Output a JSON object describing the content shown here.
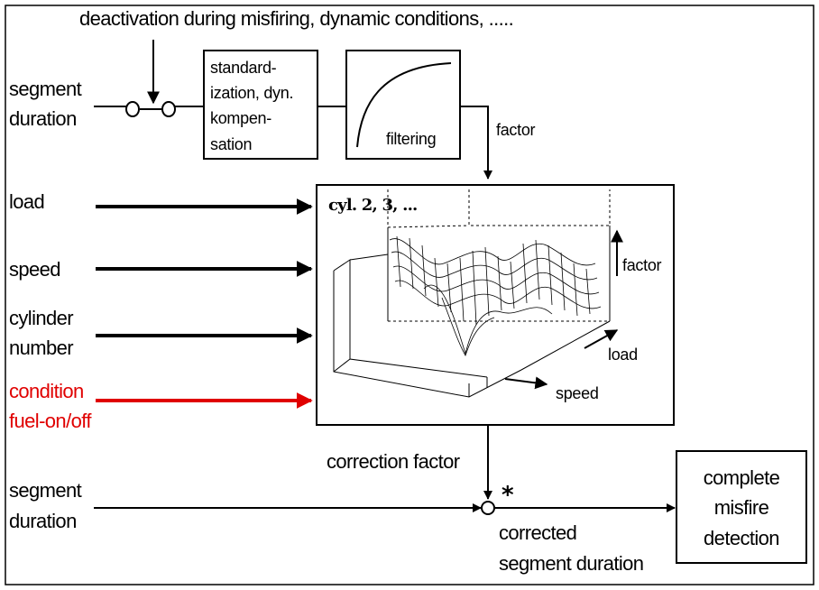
{
  "diagram": {
    "top_note": "deactivation during misfiring, dynamic conditions, .....",
    "inputs": {
      "segment_duration_top": [
        "segment",
        "duration"
      ],
      "load": "load",
      "speed": "speed",
      "cylinder_number": [
        "cylinder",
        "number"
      ],
      "condition": [
        "condition",
        "fuel-on/off"
      ],
      "segment_duration_bottom": [
        "segment",
        "duration"
      ]
    },
    "blocks": {
      "standardization": [
        "standard-",
        "ization, dyn.",
        "kompen-",
        "sation"
      ],
      "filtering": "filtering",
      "complete_detection": [
        "complete",
        "misfire",
        "detection"
      ]
    },
    "map": {
      "cyl_label": "cyl. 2, 3, ...",
      "factor_axis": "factor",
      "load_axis": "load",
      "speed_axis": "speed"
    },
    "labels": {
      "factor": "factor",
      "correction_factor": "correction factor",
      "multiply": "*",
      "corrected": [
        "corrected",
        "segment duration"
      ]
    },
    "colors": {
      "condition_arrow": "#e00000",
      "line": "#000000"
    }
  }
}
